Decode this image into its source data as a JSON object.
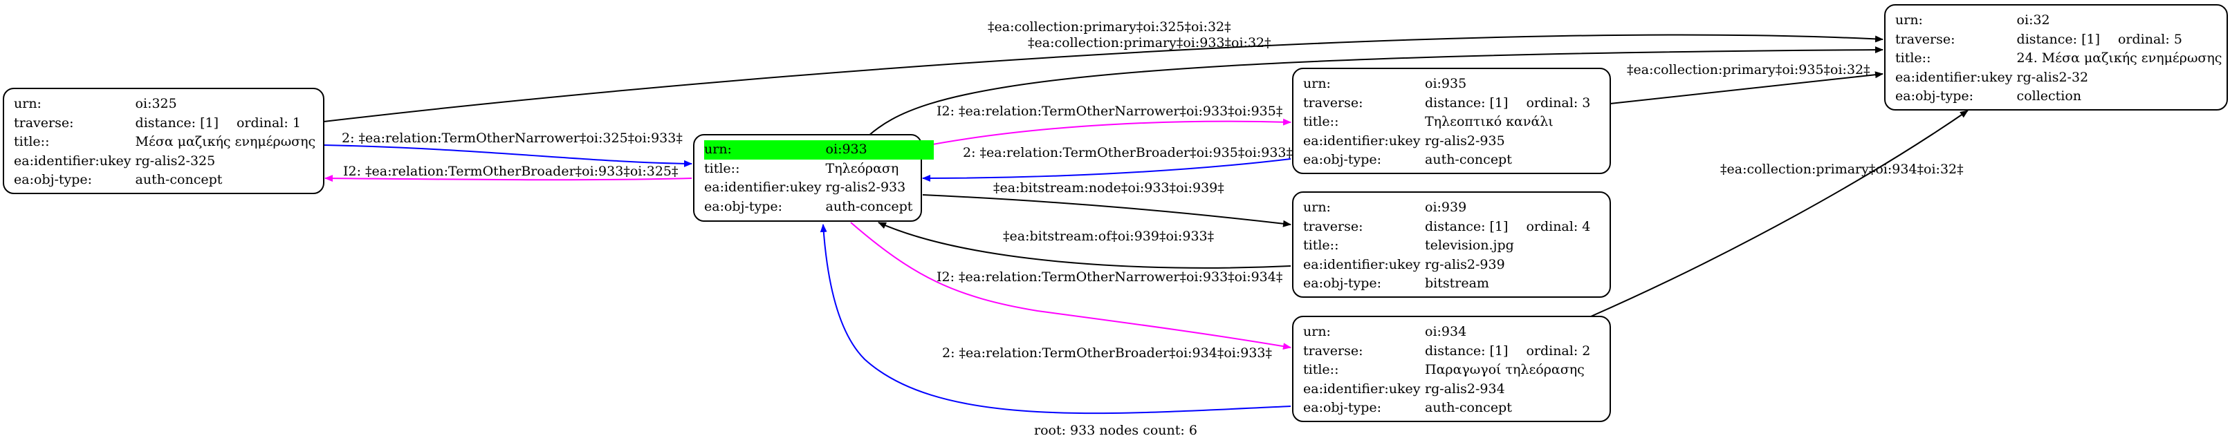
{
  "graph": {
    "footer": "root: 933 nodes count: 6",
    "nodes": {
      "oi325": {
        "rows": [
          {
            "k": "urn:",
            "v": "oi:325"
          },
          {
            "k": "traverse:",
            "v": "distance: [1]",
            "extra": "ordinal: 1"
          },
          {
            "k": "title::",
            "v": "Μέσα μαζικής ενημέρωσης"
          },
          {
            "k": "ea:identifier:ukey",
            "v": "rg-alis2-325"
          },
          {
            "k": "ea:obj-type:",
            "v": "auth-concept"
          }
        ]
      },
      "oi933": {
        "rows": [
          {
            "k": "urn:",
            "v": "oi:933"
          },
          {
            "k": "title::",
            "v": "Τηλεόραση"
          },
          {
            "k": "ea:identifier:ukey",
            "v": "rg-alis2-933"
          },
          {
            "k": "ea:obj-type:",
            "v": "auth-concept"
          }
        ]
      },
      "oi935": {
        "rows": [
          {
            "k": "urn:",
            "v": "oi:935"
          },
          {
            "k": "traverse:",
            "v": "distance: [1]",
            "extra": "ordinal: 3"
          },
          {
            "k": "title::",
            "v": "Τηλεοπτικό κανάλι"
          },
          {
            "k": "ea:identifier:ukey",
            "v": "rg-alis2-935"
          },
          {
            "k": "ea:obj-type:",
            "v": "auth-concept"
          }
        ]
      },
      "oi939": {
        "rows": [
          {
            "k": "urn:",
            "v": "oi:939"
          },
          {
            "k": "traverse:",
            "v": "distance: [1]",
            "extra": "ordinal: 4"
          },
          {
            "k": "title::",
            "v": "television.jpg"
          },
          {
            "k": "ea:identifier:ukey",
            "v": "rg-alis2-939"
          },
          {
            "k": "ea:obj-type:",
            "v": "bitstream"
          }
        ]
      },
      "oi934": {
        "rows": [
          {
            "k": "urn:",
            "v": "oi:934"
          },
          {
            "k": "traverse:",
            "v": "distance: [1]",
            "extra": "ordinal: 2"
          },
          {
            "k": "title::",
            "v": "Παραγωγοί τηλεόρασης"
          },
          {
            "k": "ea:identifier:ukey",
            "v": "rg-alis2-934"
          },
          {
            "k": "ea:obj-type:",
            "v": "auth-concept"
          }
        ]
      },
      "oi32": {
        "rows": [
          {
            "k": "urn:",
            "v": "oi:32"
          },
          {
            "k": "traverse:",
            "v": "distance: [1]",
            "extra": "ordinal: 5"
          },
          {
            "k": "title::",
            "v": "24. Μέσα μαζικής ενημέρωσης"
          },
          {
            "k": "ea:identifier:ukey",
            "v": "rg-alis2-32"
          },
          {
            "k": "ea:obj-type:",
            "v": "collection"
          }
        ]
      }
    },
    "edges": {
      "e325_32": "‡ea:collection:primary‡oi:325‡oi:32‡",
      "e933_32": "‡ea:collection:primary‡oi:933‡oi:32‡",
      "e935_32": "‡ea:collection:primary‡oi:935‡oi:32‡",
      "e934_32": "‡ea:collection:primary‡oi:934‡oi:32‡",
      "e325_933": "2: ‡ea:relation:TermOtherNarrower‡oi:325‡oi:933‡",
      "e933_325": "I2: ‡ea:relation:TermOtherBroader‡oi:933‡oi:325‡",
      "e933_935": "I2: ‡ea:relation:TermOtherNarrower‡oi:933‡oi:935‡",
      "e935_933": "2: ‡ea:relation:TermOtherBroader‡oi:935‡oi:933‡",
      "e933_939": "‡ea:bitstream:node‡oi:933‡oi:939‡",
      "e939_933": "‡ea:bitstream:of‡oi:939‡oi:933‡",
      "e933_934": "I2: ‡ea:relation:TermOtherNarrower‡oi:933‡oi:934‡",
      "e934_933": "2: ‡ea:relation:TermOtherBroader‡oi:934‡oi:933‡"
    },
    "colors": {
      "black": "#000000",
      "narrower_inverse": "#ff00ff",
      "broader_direct": "#0000ff",
      "highlight": "#00ff00"
    }
  }
}
